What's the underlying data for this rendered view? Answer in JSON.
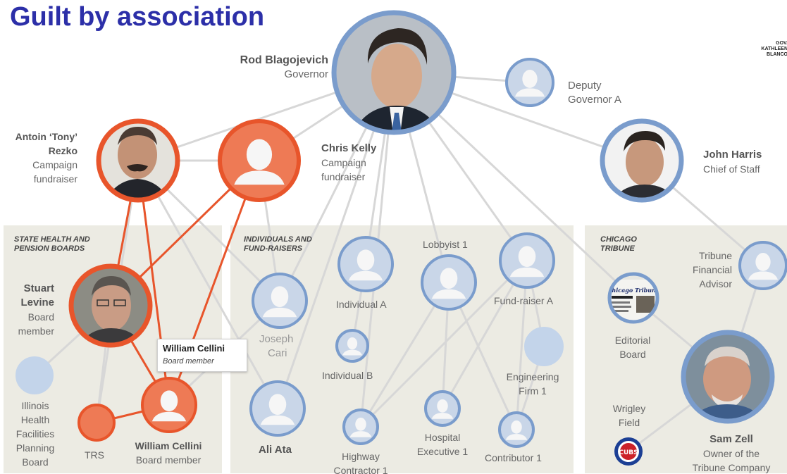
{
  "title": "Guilt by association",
  "corner_logo": "GOV. KATHLEEN BLANCO",
  "sections": {
    "state_health": "STATE HEALTH AND PENSION BOARDS",
    "individuals": "INDIVIDUALS AND FUND-RAISERS",
    "chicago_tribune": "CHICAGO TRIBUNE"
  },
  "colors": {
    "implicated": "#e8552b",
    "associate": "#7a9ccc",
    "panel": "#ecebe3",
    "title": "#2c2fa8"
  },
  "nodes": {
    "rod": {
      "name": "Rod Blagojevich",
      "role": "Governor",
      "photo": "portrait",
      "status": "associate"
    },
    "deputy": {
      "name": "Deputy Governor A",
      "status": "associate"
    },
    "rezko": {
      "name": "Antoin ‘Tony’ Rezko",
      "role": "Campaign fundraiser",
      "photo": "portrait",
      "status": "implicated"
    },
    "kelly": {
      "name": "Chris Kelly",
      "role": "Campaign fundraiser",
      "status": "implicated"
    },
    "harris": {
      "name": "John Harris",
      "role": "Chief of Staff",
      "photo": "portrait",
      "status": "associate"
    },
    "levine": {
      "name": "Stuart Levine",
      "role": "Board member",
      "photo": "portrait",
      "status": "implicated"
    },
    "ihfpb": {
      "name": "Illinois Health Facilities Planning Board",
      "status": "neutral"
    },
    "trs": {
      "name": "TRS",
      "status": "implicated"
    },
    "cellini": {
      "name": "William Cellini",
      "role": "Board member",
      "status": "implicated"
    },
    "cari": {
      "name": "Joseph Cari",
      "status": "associate"
    },
    "ata": {
      "name": "Ali Ata",
      "status": "associate"
    },
    "indA": {
      "name": "Individual A",
      "status": "associate"
    },
    "indB": {
      "name": "Individual B",
      "status": "associate"
    },
    "lobbyist": {
      "name": "Lobbyist 1",
      "status": "associate"
    },
    "fundraiser": {
      "name": "Fund-raiser A",
      "status": "associate"
    },
    "engfirm": {
      "name": "Engineering Firm 1",
      "status": "neutral"
    },
    "highway": {
      "name": "Highway Contractor 1",
      "status": "associate"
    },
    "hospital": {
      "name": "Hospital Executive 1",
      "status": "associate"
    },
    "contributor": {
      "name": "Contributor 1",
      "status": "associate"
    },
    "editorial": {
      "name": "Editorial Board",
      "photo": "newspaper front page",
      "status": "associate"
    },
    "tfa": {
      "name": "Tribune Financial Advisor",
      "status": "associate"
    },
    "wrigley": {
      "name": "Wrigley Field",
      "icon": "cubs-logo-icon",
      "status": "associate"
    },
    "zell": {
      "name": "Sam Zell",
      "role": "Owner of the Tribune Company",
      "photo": "portrait",
      "status": "associate"
    }
  },
  "labels": {
    "rod_name": "Rod Blagojevich",
    "rod_role": "Governor",
    "deputy_1": "Deputy",
    "deputy_2": "Governor A",
    "rezko_1": "Antoin ‘Tony’",
    "rezko_2": "Rezko",
    "rezko_3": "Campaign",
    "rezko_4": "fundraiser",
    "kelly_1": "Chris Kelly",
    "kelly_2": "Campaign",
    "kelly_3": "fundraiser",
    "harris_1": "John Harris",
    "harris_2": "Chief of Staff",
    "levine_1": "Stuart",
    "levine_2": "Levine",
    "levine_3": "Board",
    "levine_4": "member",
    "ihfpb_1": "Illinois",
    "ihfpb_2": "Health",
    "ihfpb_3": "Facilities",
    "ihfpb_4": "Planning",
    "ihfpb_5": "Board",
    "trs": "TRS",
    "cellini_1": "William Cellini",
    "cellini_2": "Board member",
    "cari_1": "Joseph",
    "cari_2": "Cari",
    "ata": "Ali Ata",
    "indA": "Individual A",
    "indB": "Individual B",
    "lobbyist": "Lobbyist 1",
    "fundraiser": "Fund-raiser A",
    "eng_1": "Engineering",
    "eng_2": "Firm 1",
    "hwy_1": "Highway",
    "hwy_2": "Contractor 1",
    "hosp_1": "Hospital",
    "hosp_2": "Executive 1",
    "contrib": "Contributor 1",
    "edit_1": "Editorial",
    "edit_2": "Board",
    "tfa_1": "Tribune",
    "tfa_2": "Financial",
    "tfa_3": "Advisor",
    "wrig_1": "Wrigley",
    "wrig_2": "Field",
    "zell_1": "Sam Zell",
    "zell_2": "Owner of the",
    "zell_3": "Tribune Company",
    "newspaper": "Chicago Tribune",
    "cubs": "CUBS"
  },
  "tooltip": {
    "name": "William Cellini",
    "role": "Board member"
  },
  "edges_gray": [
    [
      "rod",
      "deputy"
    ],
    [
      "rod",
      "harris"
    ],
    [
      "rod",
      "rezko"
    ],
    [
      "rod",
      "kelly"
    ],
    [
      "rod",
      "indA"
    ],
    [
      "rod",
      "lobbyist"
    ],
    [
      "rod",
      "fundraiser"
    ],
    [
      "rod",
      "editorial"
    ],
    [
      "rod",
      "cari"
    ],
    [
      "rod",
      "ata"
    ],
    [
      "rod",
      "highway"
    ],
    [
      "rezko",
      "kelly"
    ],
    [
      "rezko",
      "levine"
    ],
    [
      "rezko",
      "cari"
    ],
    [
      "rezko",
      "ata"
    ],
    [
      "rezko",
      "cellini"
    ],
    [
      "rezko",
      "trs"
    ],
    [
      "kelly",
      "cari"
    ],
    [
      "kelly",
      "levine"
    ],
    [
      "levine",
      "ihfpb"
    ],
    [
      "levine",
      "trs"
    ],
    [
      "levine",
      "cellini"
    ],
    [
      "cellini",
      "cari"
    ],
    [
      "indA",
      "indB"
    ],
    [
      "lobbyist",
      "hospital"
    ],
    [
      "lobbyist",
      "contributor"
    ],
    [
      "lobbyist",
      "highway"
    ],
    [
      "fundraiser",
      "highway"
    ],
    [
      "fundraiser",
      "hospital"
    ],
    [
      "fundraiser",
      "contributor"
    ],
    [
      "fundraiser",
      "engfirm"
    ],
    [
      "engfirm",
      "contributor"
    ],
    [
      "harris",
      "tfa"
    ],
    [
      "tfa",
      "zell"
    ],
    [
      "editorial",
      "zell"
    ],
    [
      "zell",
      "wrigley"
    ]
  ],
  "edges_red": [
    [
      "rezko",
      "levine"
    ],
    [
      "rezko",
      "cellini"
    ],
    [
      "kelly",
      "levine"
    ],
    [
      "kelly",
      "cellini"
    ],
    [
      "levine",
      "cellini"
    ],
    [
      "cellini",
      "trs"
    ]
  ]
}
